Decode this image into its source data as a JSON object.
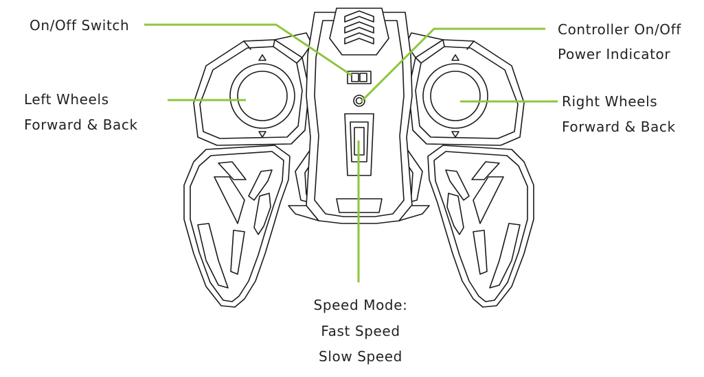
{
  "labels": {
    "on_off_switch": "On/Off Switch",
    "power_indicator_line1": "Controller On/Off",
    "power_indicator_line2": "Power Indicator",
    "left_wheels_line1": "Left Wheels",
    "left_wheels_line2": "Forward & Back",
    "right_wheels_line1": "Right Wheels",
    "right_wheels_line2": "Forward & Back",
    "speed_mode_line1": "Speed Mode:",
    "speed_mode_line2": "Fast Speed",
    "speed_mode_line3": "Slow Speed"
  },
  "colors": {
    "leader_line": "#8cc63f",
    "outline": "#1a1a1a",
    "text": "#222222"
  },
  "icons": {
    "controller": "rc-controller-illustration"
  }
}
